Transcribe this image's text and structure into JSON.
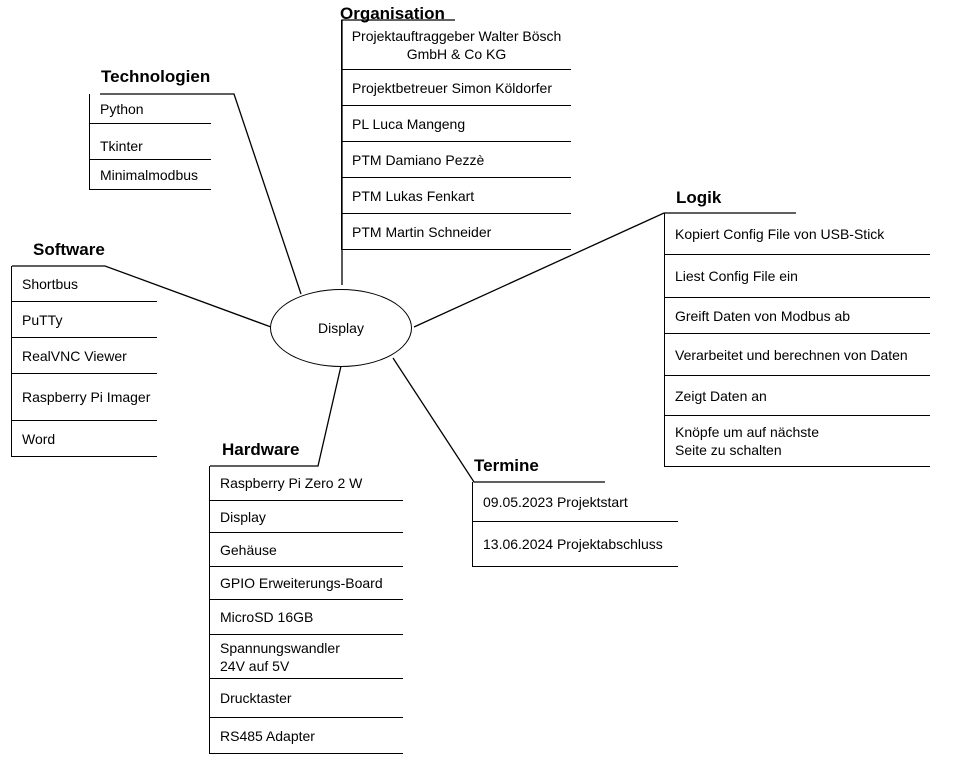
{
  "center": {
    "label": "Display"
  },
  "technologien": {
    "title": "Technologien",
    "items": [
      "Python",
      "Tkinter",
      "Minimalmodbus"
    ]
  },
  "organisation": {
    "title": "Organisation",
    "items": [
      "Projektauftraggeber Walter Bösch\nGmbH & Co KG",
      "Projektbetreuer Simon Köldorfer",
      "PL Luca Mangeng",
      "PTM Damiano Pezzè",
      "PTM Lukas Fenkart",
      "PTM Martin Schneider"
    ]
  },
  "logik": {
    "title": "Logik",
    "items": [
      "Kopiert Config File von USB-Stick",
      "Liest Config File ein",
      "Greift Daten von Modbus ab",
      "Verarbeitet und berechnen von Daten",
      "Zeigt Daten an",
      "Knöpfe um auf nächste\n    Seite zu schalten"
    ]
  },
  "software": {
    "title": "Software",
    "items": [
      "Shortbus",
      "PuTTy",
      "RealVNC Viewer",
      "Raspberry Pi Imager",
      "Word"
    ]
  },
  "hardware": {
    "title": "Hardware",
    "items": [
      "Raspberry Pi Zero 2 W",
      "Display",
      "Gehäuse",
      "GPIO Erweiterungs-Board",
      "MicroSD 16GB",
      "Spannungswandler\n    24V auf 5V",
      "Drucktaster",
      "RS485 Adapter"
    ]
  },
  "termine": {
    "title": "Termine",
    "items": [
      "09.05.2023 Projektstart",
      "13.06.2024 Projektabschluss"
    ]
  }
}
